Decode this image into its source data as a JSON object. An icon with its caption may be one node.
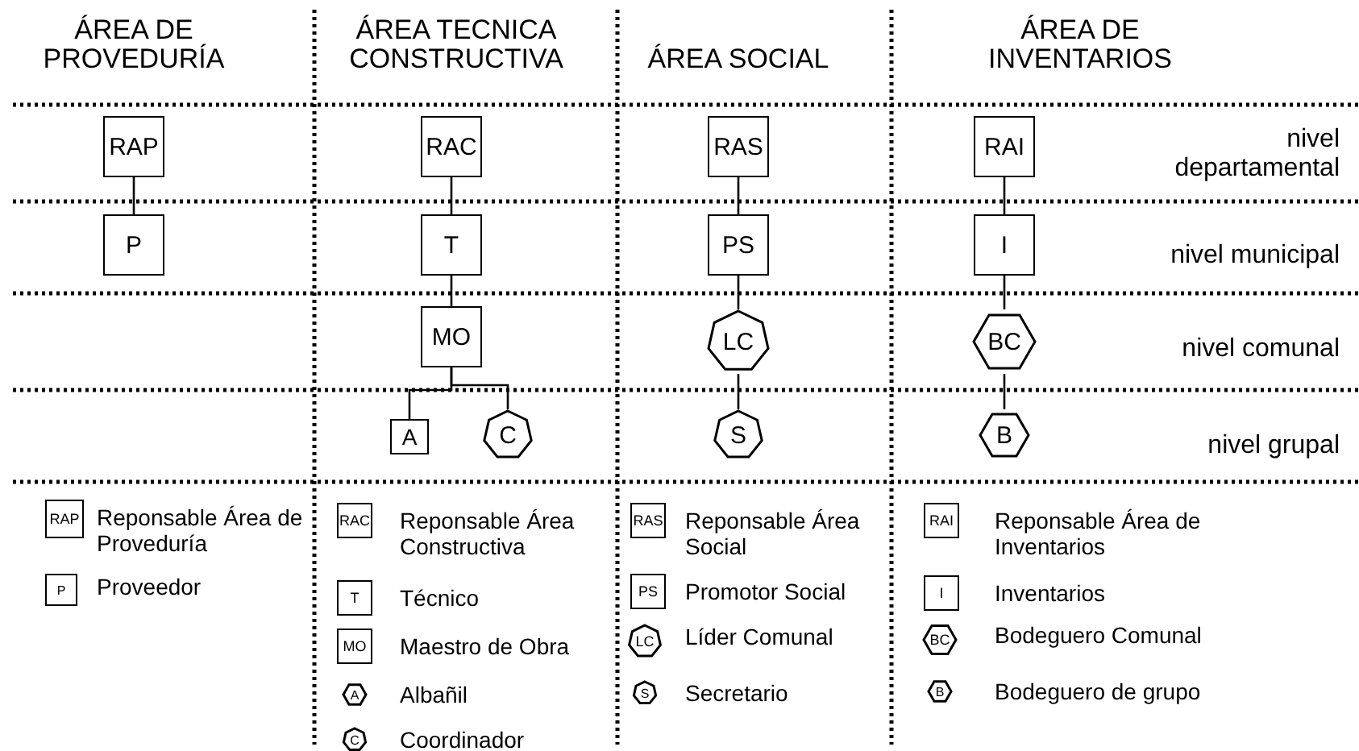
{
  "diagram": {
    "nodes": [
      {
        "text": [
          "RAP"
        ]
      },
      {
        "text": [
          "P"
        ]
      },
      {
        "text": [
          "RAC"
        ]
      },
      {
        "text": [
          "T"
        ]
      },
      {
        "text": [
          "MO"
        ]
      },
      {
        "text": [
          "A"
        ]
      },
      {
        "text": [
          "C"
        ]
      },
      {
        "text": [
          "RAS"
        ]
      },
      {
        "text": [
          "PS"
        ]
      },
      {
        "text": [
          "LC"
        ]
      },
      {
        "text": [
          "S"
        ]
      },
      {
        "text": [
          "RAI"
        ]
      },
      {
        "text": [
          "I"
        ]
      },
      {
        "text": [
          "BC"
        ]
      },
      {
        "text": [
          "B"
        ]
      }
    ],
    "edges": [
      {
        "from": 0,
        "to": 1,
        "arrow": "none"
      },
      {
        "from": 2,
        "to": 3,
        "arrow": "none"
      },
      {
        "from": 3,
        "to": 4,
        "arrow": "none"
      },
      {
        "from": 4,
        "to": 5,
        "arrow": "none"
      },
      {
        "from": 4,
        "to": 6,
        "arrow": "none"
      },
      {
        "from": 7,
        "to": 8,
        "arrow": "none"
      },
      {
        "from": 8,
        "to": 9,
        "arrow": "none"
      },
      {
        "from": 9,
        "to": 10,
        "arrow": "none"
      },
      {
        "from": 11,
        "to": 12,
        "arrow": "none"
      },
      {
        "from": 12,
        "to": 13,
        "arrow": "none"
      },
      {
        "from": 13,
        "to": 14,
        "arrow": "none"
      }
    ],
    "labels": [
      "ÁREA DE PROVEDURÍA",
      "ÁREA TECNICA CONSTRUCTIVA",
      "ÁREA SOCIAL",
      "ÁREA DE INVENTARIOS",
      "nivel departamental",
      "nivel municipal",
      "nivel comunal",
      "nivel grupal",
      "RAP",
      "P",
      "RAC",
      "T",
      "MO",
      "A",
      "C",
      "RAS",
      "PS",
      "LC",
      "S",
      "RAI",
      "I",
      "BC",
      "B"
    ],
    "legend": [
      {
        "text": "Reponsable Área de Proveduría"
      },
      {
        "text": "Proveedor"
      },
      {
        "text": "Reponsable Área Constructiva"
      },
      {
        "text": "Técnico"
      },
      {
        "text": "Maestro de Obra"
      },
      {
        "text": "Albañil"
      },
      {
        "text": "Coordinador"
      },
      {
        "text": "Reponsable Área Social"
      },
      {
        "text": "Promotor Social"
      },
      {
        "text": "Líder Comunal"
      },
      {
        "text": "Secretario"
      },
      {
        "text": "Reponsable Área de Inventarios"
      },
      {
        "text": "Inventarios"
      },
      {
        "text": "Bodeguero Comunal"
      },
      {
        "text": "Bodeguero de grupo"
      }
    ]
  }
}
